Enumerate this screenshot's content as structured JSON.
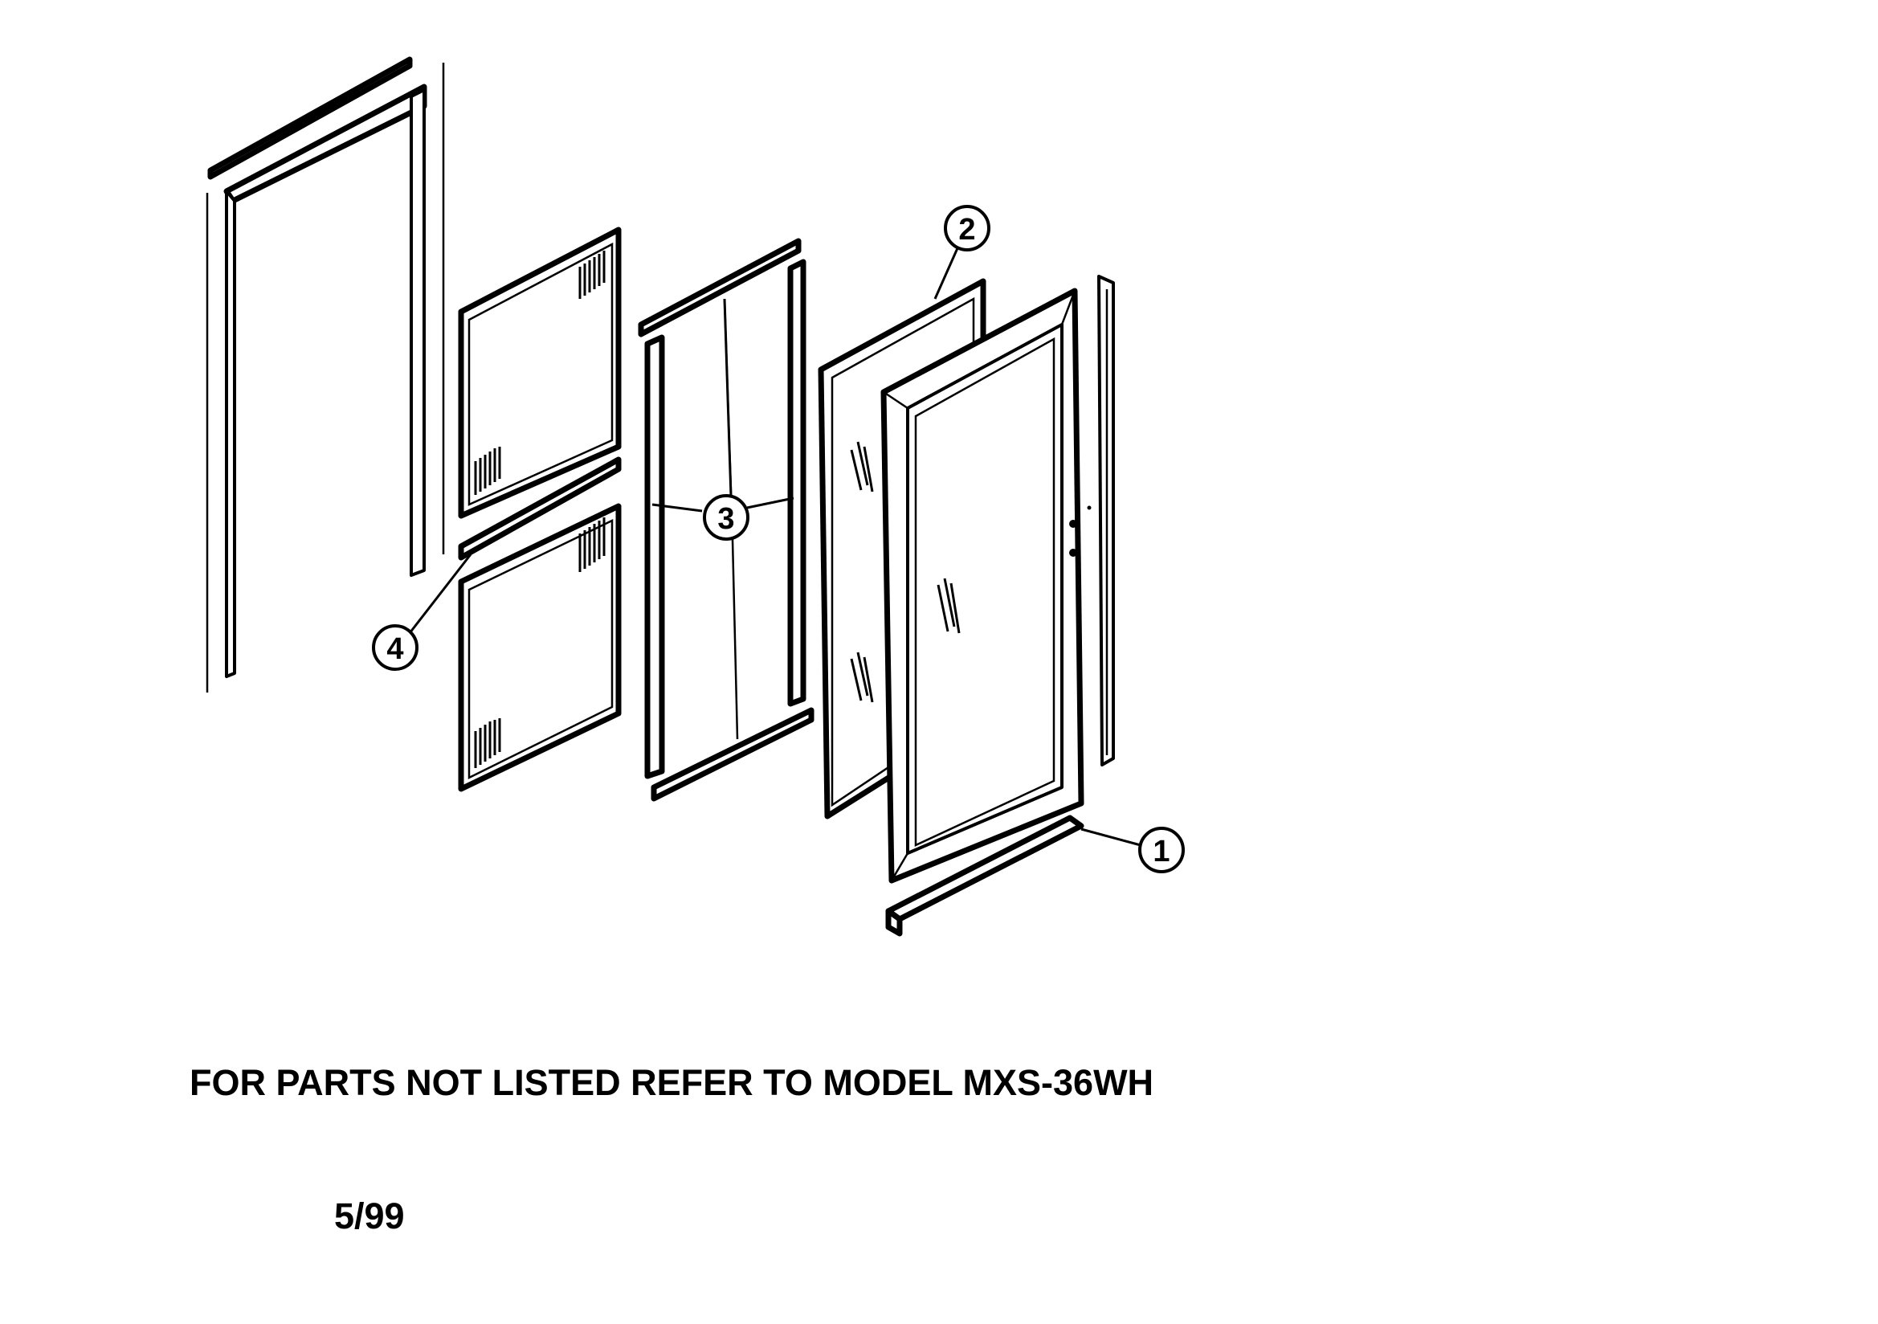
{
  "callouts": {
    "c1": "1",
    "c2": "2",
    "c3": "3",
    "c4": "4"
  },
  "note": "FOR PARTS NOT LISTED REFER TO MODEL MXS-36WH",
  "date": "5/99",
  "colors": {
    "ink": "#000000",
    "paper": "#ffffff"
  }
}
